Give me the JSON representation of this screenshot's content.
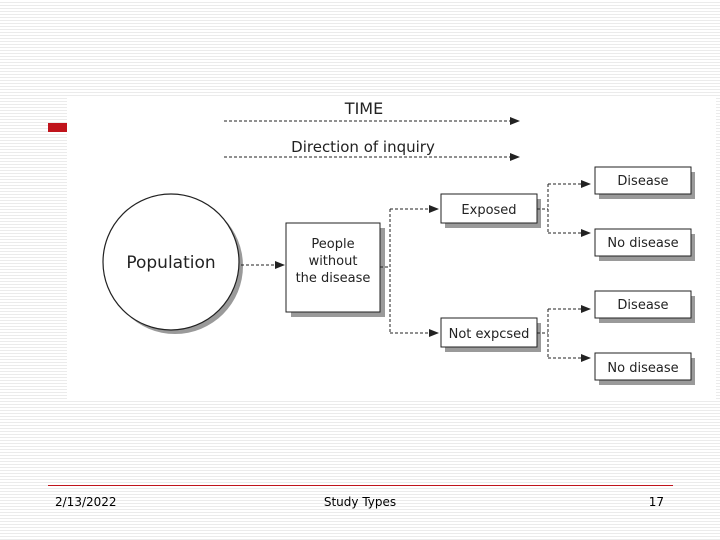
{
  "diagram": {
    "time_label": "TIME",
    "direction_label": "Direction of inquiry",
    "population_label": "Population",
    "people_lines": [
      "People",
      "without",
      "the disease"
    ],
    "exposed_label": "Exposed",
    "not_exposed_label": "Not expcsed",
    "disease_label_1": "Disease",
    "no_disease_label_1": "No disease",
    "disease_label_2": "Disease",
    "no_disease_label_2": "No disease"
  },
  "footer": {
    "date": "2/13/2022",
    "title": "Study Types",
    "page_number": "17"
  },
  "colors": {
    "accent": "#c0141c",
    "stroke": "#222222",
    "shadow": "#9a9a9a"
  }
}
